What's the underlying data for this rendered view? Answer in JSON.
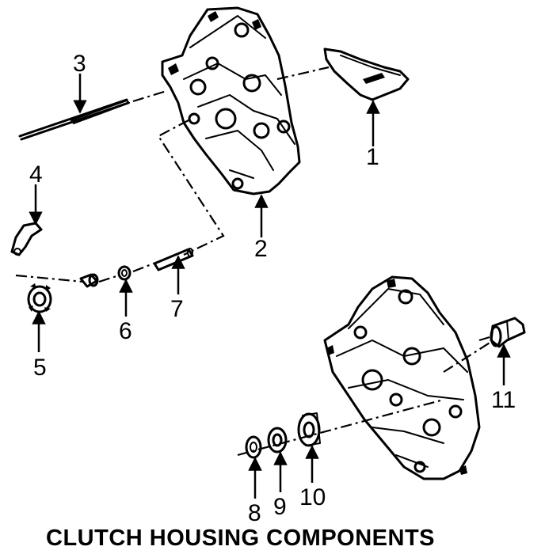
{
  "title": "CLUTCH HOUSING COMPONENTS",
  "callouts": {
    "c1": "1",
    "c2": "2",
    "c3": "3",
    "c4": "4",
    "c5": "5",
    "c6": "6",
    "c7": "7",
    "c8": "8",
    "c9": "9",
    "c10": "10",
    "c11": "11"
  }
}
